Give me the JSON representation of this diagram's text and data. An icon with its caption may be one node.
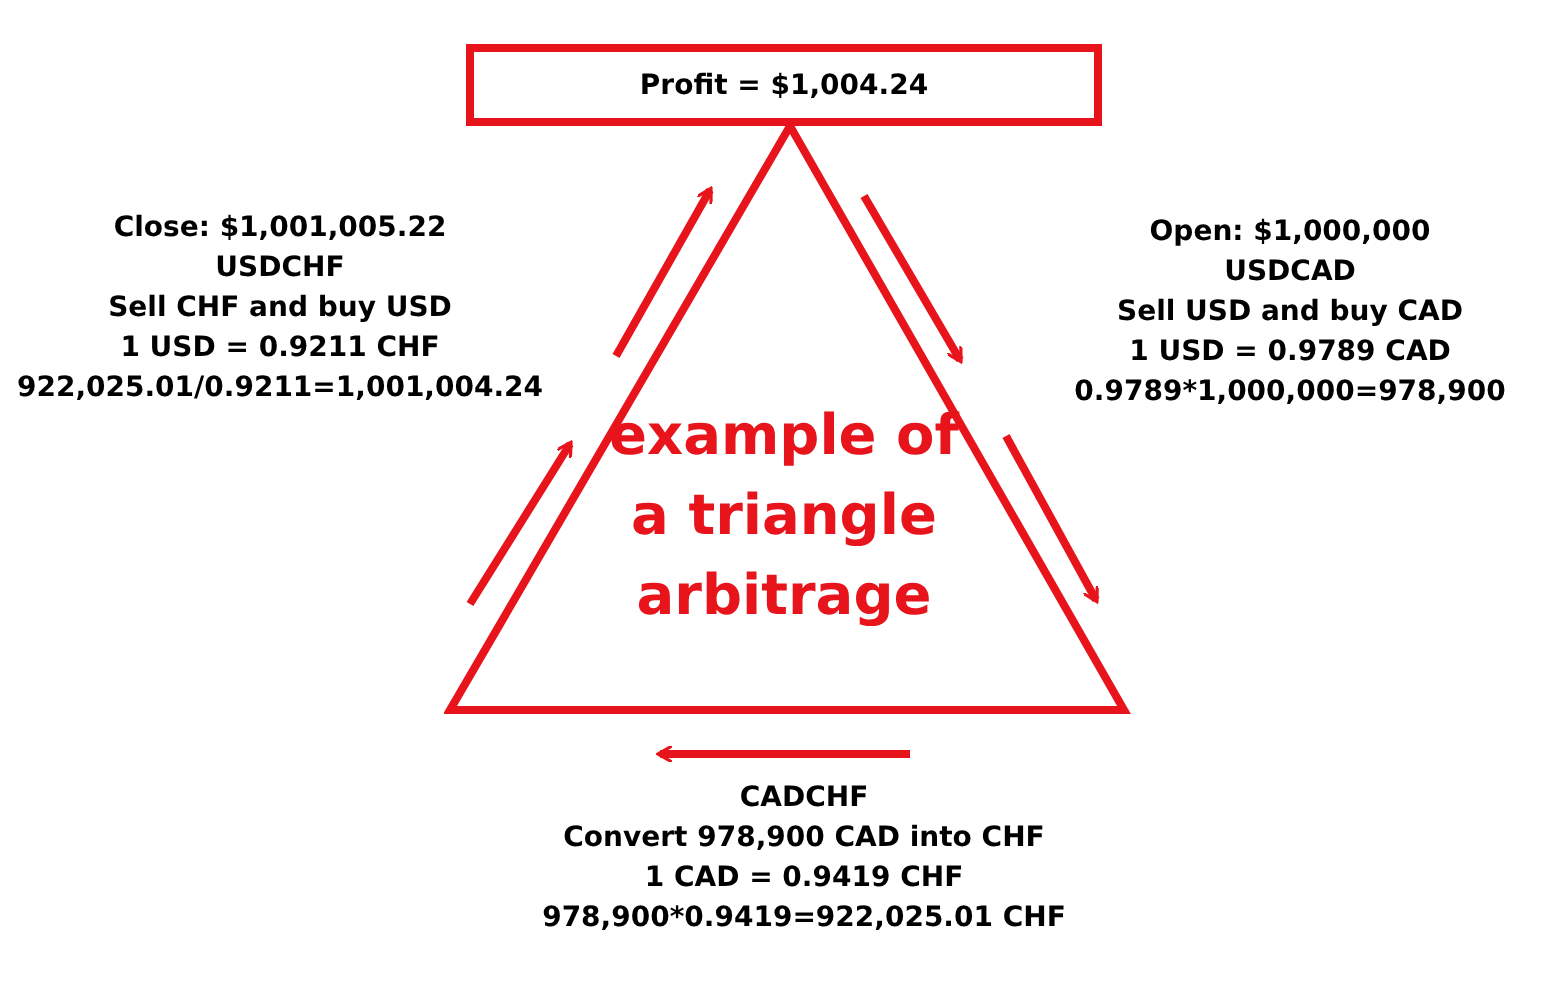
{
  "diagram": {
    "nodes": [
      {
        "text": [
          "Profit = $1,004.24"
        ]
      },
      {
        "text": [
          "example of a triangle arbitrage"
        ]
      }
    ],
    "edges": [],
    "labels": [
      "Close: $1,001,005.22",
      "USDCHF",
      "Sell CHF and buy USD",
      "1 USD = 0.9211 CHF",
      "922,025.01/0.9211=1,001,004.24",
      "Open: $1,000,000",
      "USDCAD",
      "Sell USD and buy CAD",
      "1 USD = 0.9789 CAD",
      "0.9789*1,000,000=978,900",
      "CADCHF",
      "Convert 978,900 CAD into CHF",
      "1 CAD = 0.9419 CHF",
      "978,900*0.9419=922,025.01 CHF"
    ]
  }
}
